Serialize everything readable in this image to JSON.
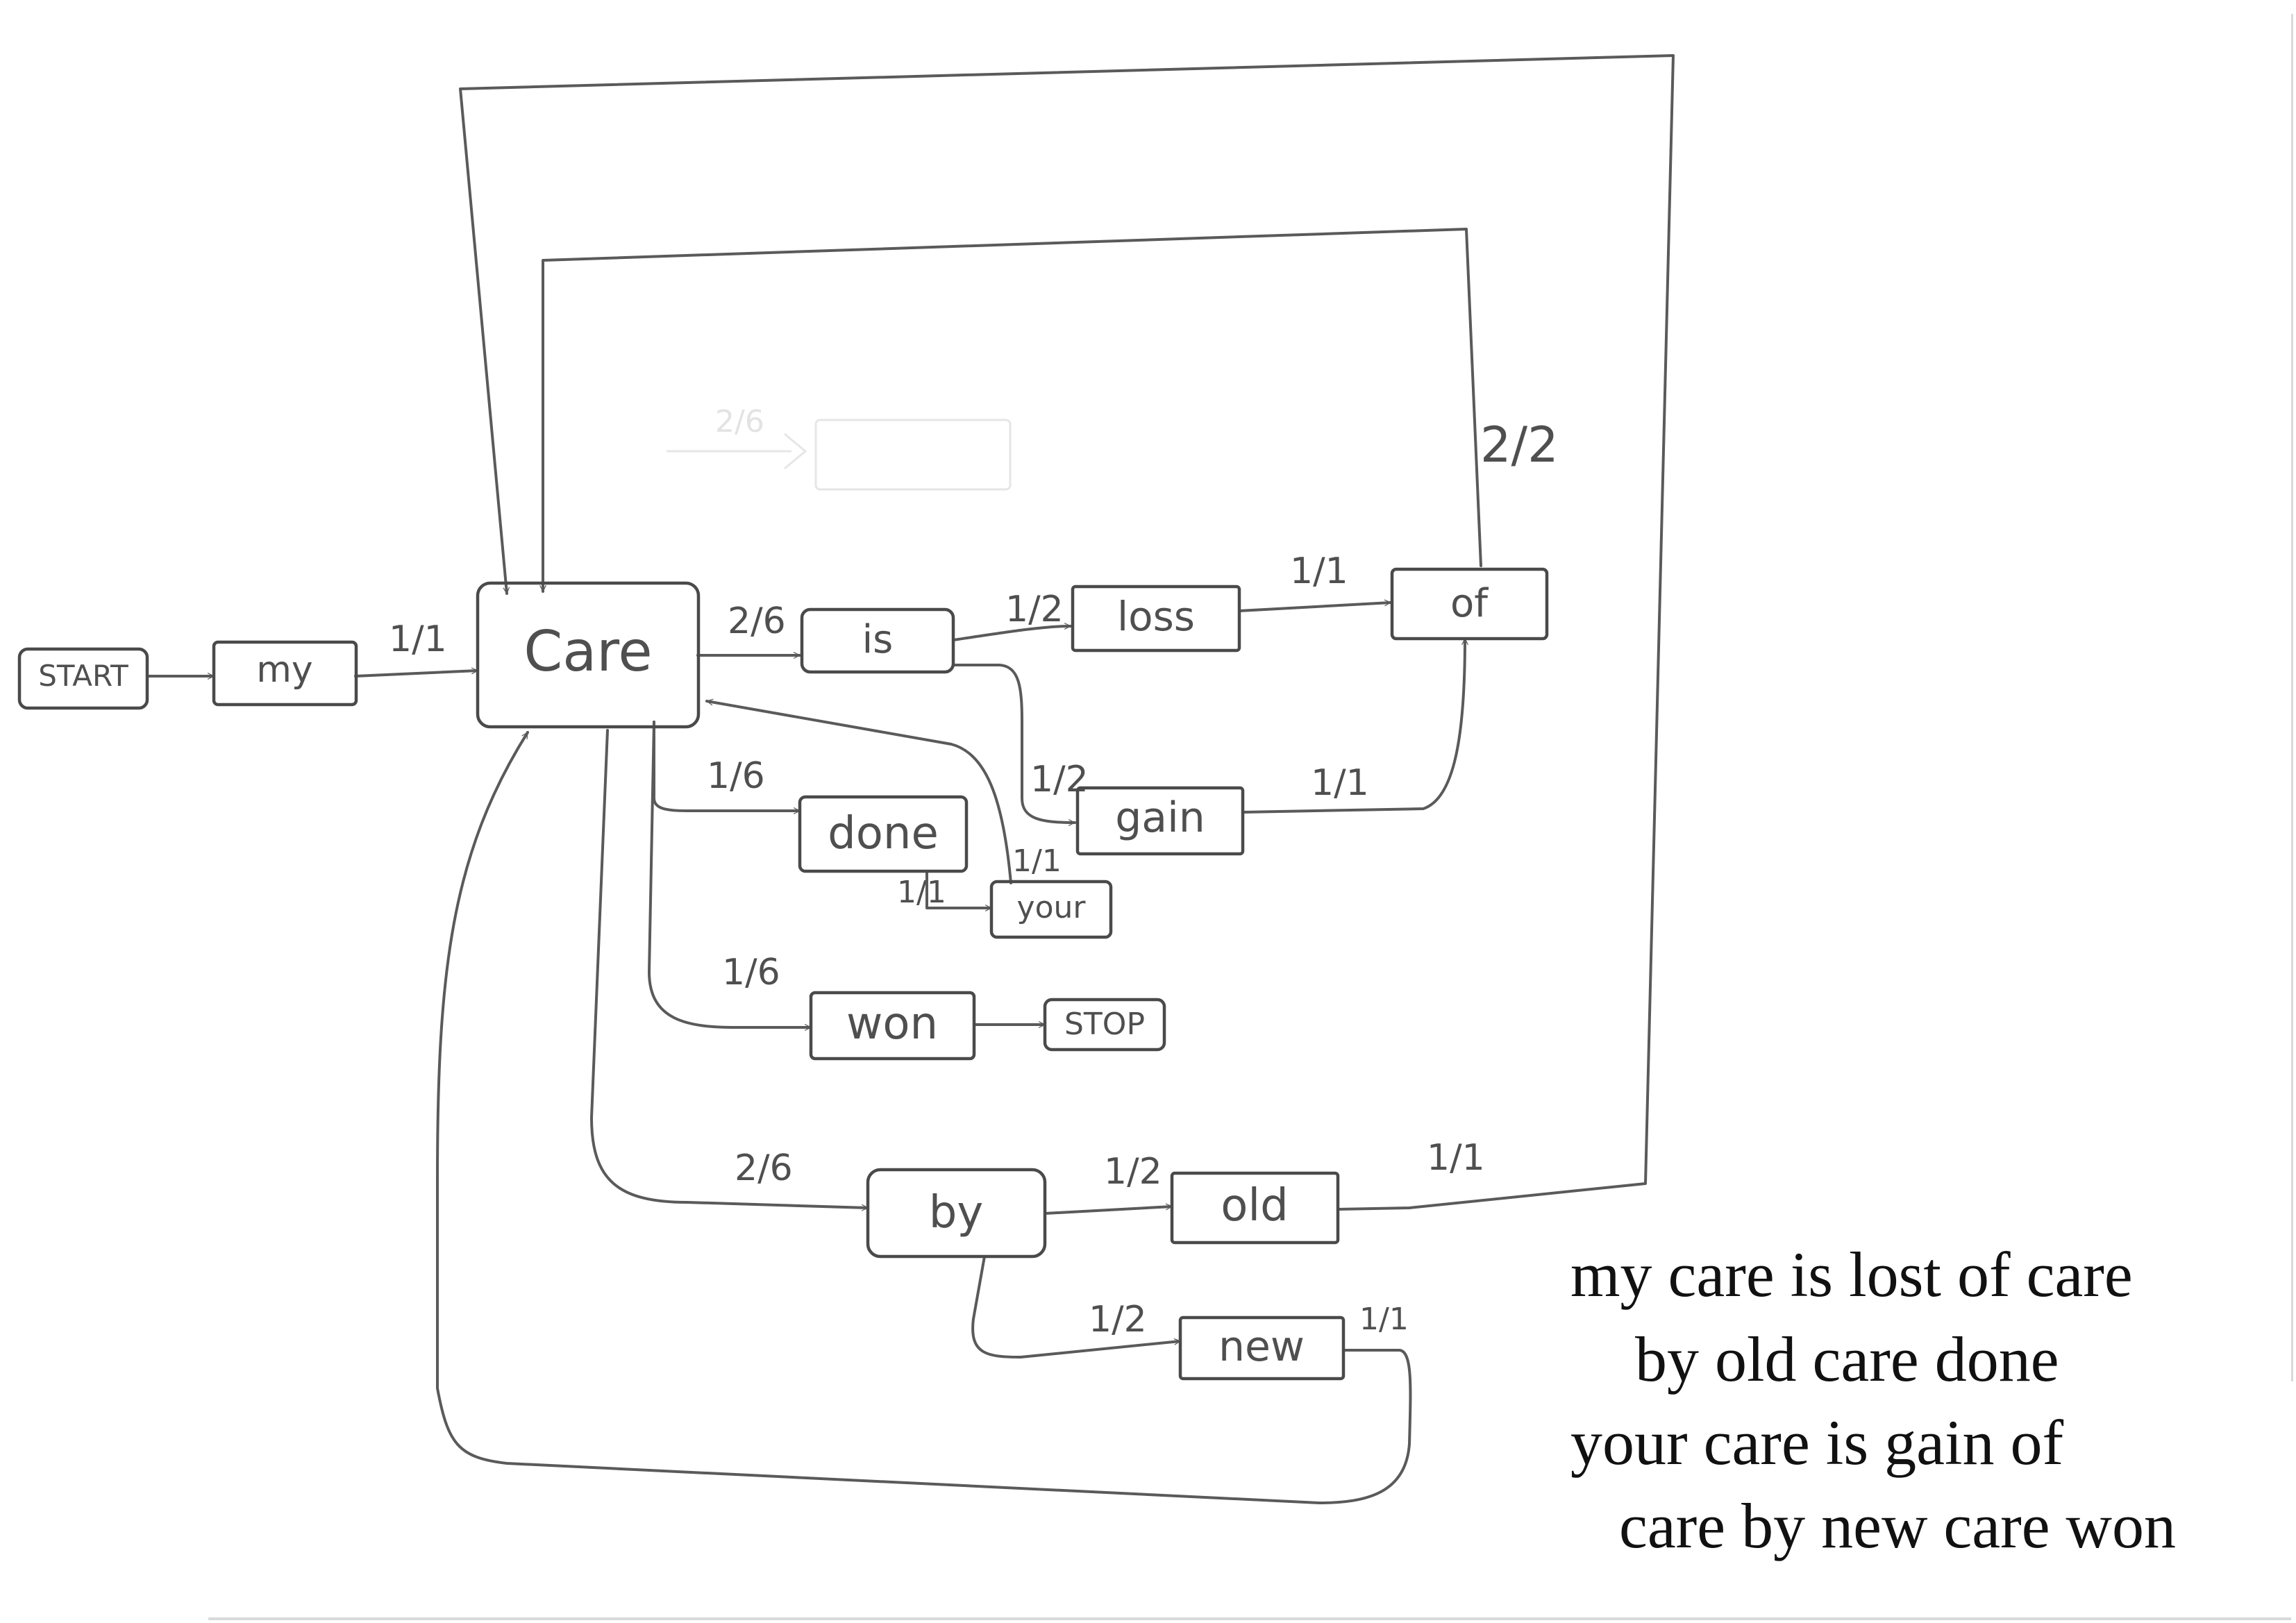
{
  "diagram": {
    "nodes": {
      "start": "START",
      "my": "my",
      "care": "Care",
      "is": "is",
      "loss": "loss",
      "of": "of",
      "gain": "gain",
      "done": "done",
      "your": "your",
      "won": "won",
      "stop": "STOP",
      "by": "by",
      "old": "old",
      "new": "new"
    },
    "edges": {
      "my_care": "1/1",
      "care_is": "2/6",
      "is_loss": "1/2",
      "loss_of": "1/1",
      "of_care": "2/2",
      "is_gain": "1/2",
      "gain_of": "1/1",
      "care_done": "1/6",
      "done_your": "1/1",
      "your_care": "1/1",
      "care_won": "1/6",
      "care_by": "2/6",
      "by_old": "1/2",
      "old_care": "1/1",
      "by_new": "1/2",
      "new_care": "1/1"
    },
    "faint_erased": {
      "label": "2/6"
    }
  },
  "poem": {
    "lines": [
      "my care is lost of care",
      "by old care done",
      "your care is gain of",
      "care by new care won"
    ]
  },
  "colors": {
    "ink": "#4a4a4a",
    "text": "#111111",
    "background": "#ffffff"
  }
}
